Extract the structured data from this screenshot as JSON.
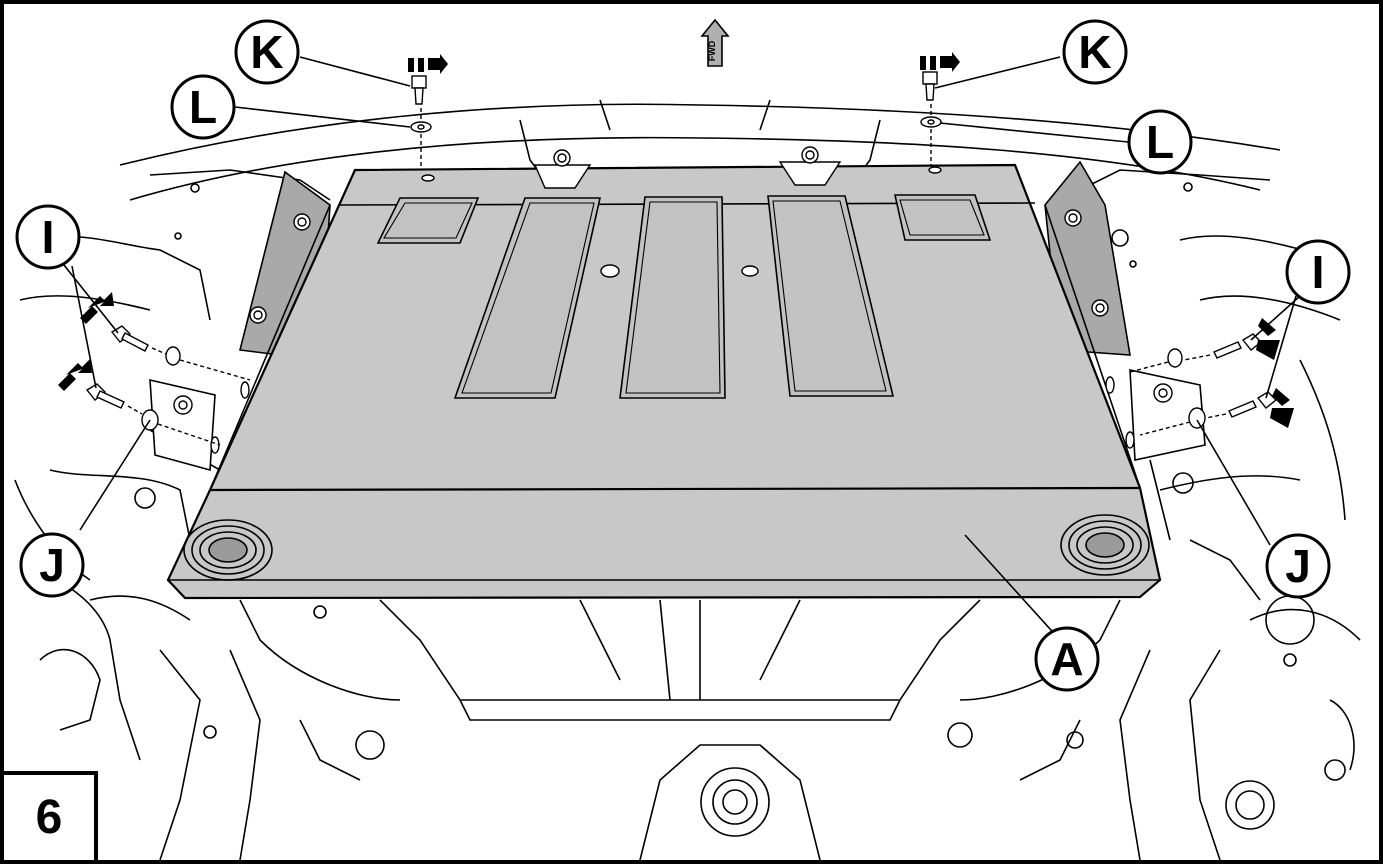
{
  "figure": {
    "step_number": "6",
    "direction_marker": "FWD",
    "callouts": {
      "A": "A",
      "I_left": "I",
      "I_right": "I",
      "J_left": "J",
      "J_right": "J",
      "K_left": "K",
      "K_right": "K",
      "L_left": "L",
      "L_right": "L"
    }
  },
  "colors": {
    "skid_plate": "#c8c8c8",
    "skid_plate_dark": "#b5b5b5",
    "bracket": "#a9a9a9",
    "line": "#000000",
    "background": "#ffffff"
  }
}
